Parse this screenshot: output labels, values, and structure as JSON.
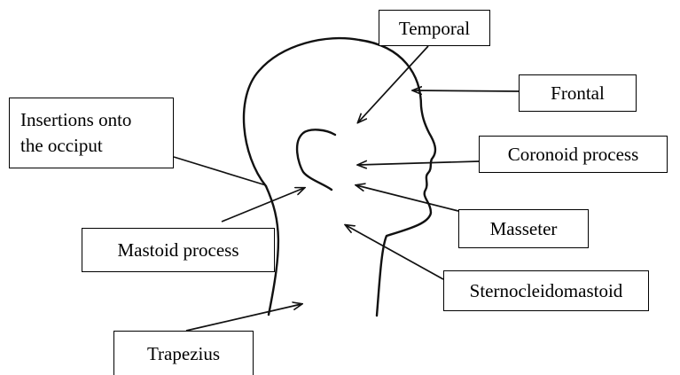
{
  "labels": {
    "temporal": "Temporal",
    "frontal": "Frontal",
    "insertions_line1": "Insertions onto",
    "insertions_line2": "the occiput",
    "coronoid": "Coronoid process",
    "masseter": "Masseter",
    "mastoid": "Mastoid process",
    "sternocleidomastoid": "Sternocleidomastoid",
    "trapezius": "Trapezius"
  }
}
